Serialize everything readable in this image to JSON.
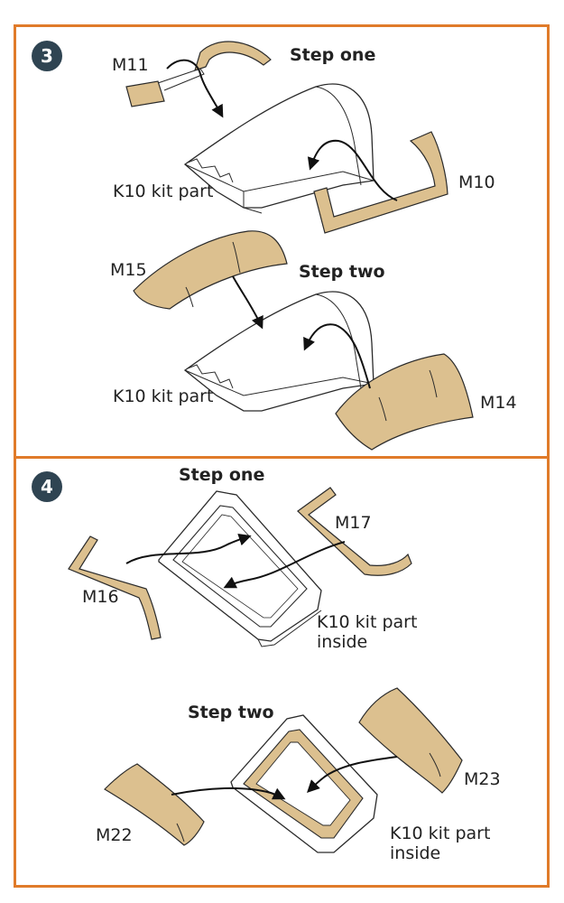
{
  "colors": {
    "frame": "#e07b2a",
    "badge": "#2f4452",
    "part_fill": "#dcc08f",
    "part_stroke": "#2a2a2a"
  },
  "section3": {
    "number": "3",
    "step_one": "Step one",
    "step_two": "Step two",
    "labels": {
      "m11": "M11",
      "m10": "M10",
      "m15": "M15",
      "m14": "M14",
      "kit_1": "K10 kit part",
      "kit_2": "K10 kit part"
    }
  },
  "section4": {
    "number": "4",
    "step_one": "Step one",
    "step_two": "Step two",
    "labels": {
      "m17": "M17",
      "m16": "M16",
      "m23": "M23",
      "m22": "M22",
      "kit_1_a": "K10 kit part",
      "kit_1_b": "inside",
      "kit_2_a": "K10 kit part",
      "kit_2_b": "inside"
    }
  }
}
